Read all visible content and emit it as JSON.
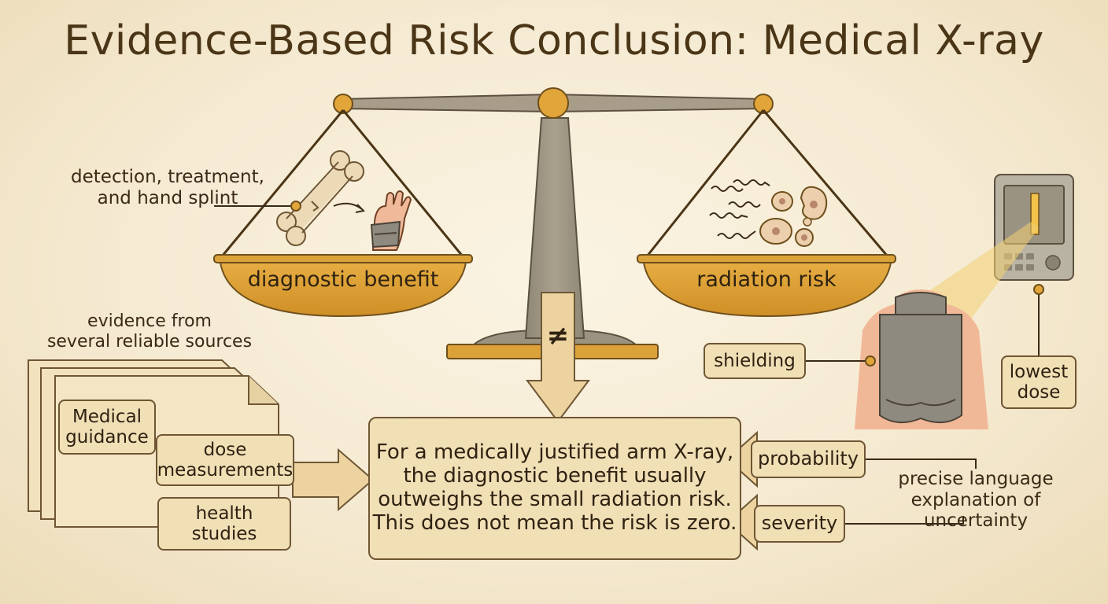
{
  "title": "Evidence-Based Risk Conclusion: Medical X-ray",
  "scale": {
    "left_pan": "diagnostic benefit",
    "right_pan": "radiation risk",
    "not_equal_symbol": "≠",
    "left_annotation": [
      "detection, treatment,",
      "and hand splint"
    ]
  },
  "evidence": {
    "heading": [
      "evidence from",
      "several reliable sources"
    ],
    "sources": [
      [
        "Medical",
        "guidance"
      ],
      [
        "dose",
        "measurements"
      ],
      [
        "health",
        "studies"
      ]
    ]
  },
  "conclusion": [
    "For a medically justified arm X-ray,",
    "the diagnostic benefit usually",
    "outweighs the small radiation risk.",
    "This does not mean the risk is zero."
  ],
  "inputs": {
    "probability": "probability",
    "severity": "severity",
    "language_note": [
      "precise language",
      "explanation of uncertainty"
    ]
  },
  "protection": {
    "shielding": "shielding",
    "lowest_dose": [
      "lowest",
      "dose"
    ]
  },
  "colors": {
    "background": "#f5ead2",
    "pan": "#dca23a",
    "scale_metal": "#9c9281",
    "box_fill": "#f1dfb6",
    "ink": "#3a2a17",
    "arrow": "#ecd3a0"
  }
}
